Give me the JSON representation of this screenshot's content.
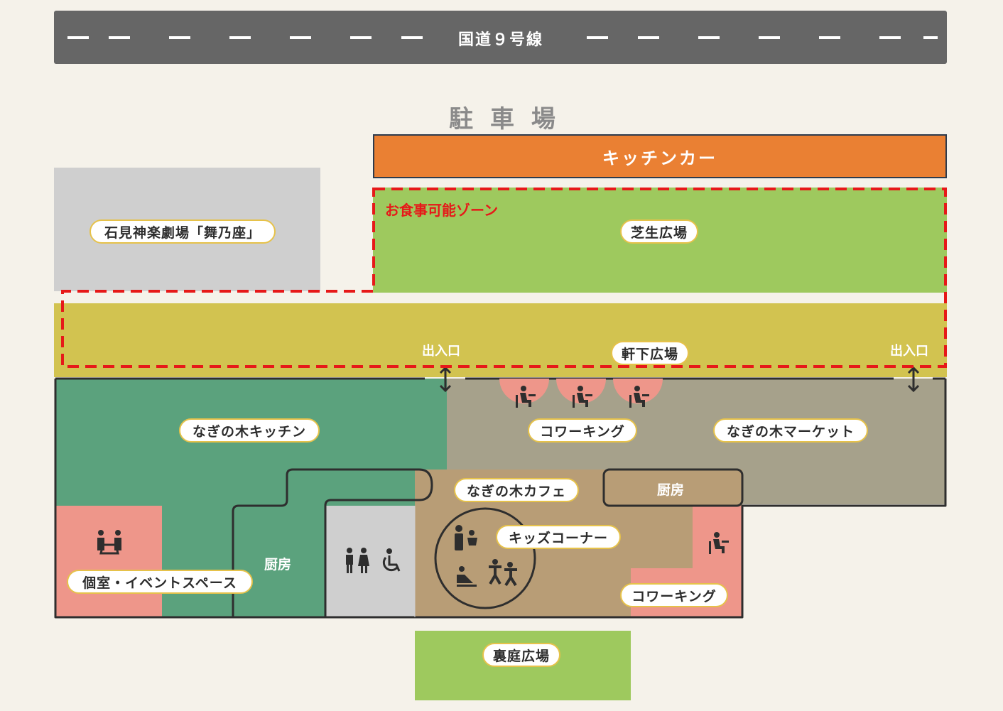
{
  "road": {
    "label": "国道９号線"
  },
  "parking": {
    "label": "駐 車 場"
  },
  "kitchen_car": {
    "label": "キッチンカー"
  },
  "dining_zone": {
    "label": "お食事可能ゾーン"
  },
  "areas": {
    "kagura_theater": "石見神楽劇場「舞乃座」",
    "lawn_plaza": "芝生広場",
    "eaves_plaza": "軒下広場",
    "entrance_left": "出入口",
    "entrance_right": "出入口",
    "nagi_kitchen": "なぎの木キッチン",
    "coworking_top": "コワーキング",
    "nagi_market": "なぎの木マーケット",
    "nagi_cafe": "なぎの木カフェ",
    "kitchen_room_cafe": "厨房",
    "kitchen_room_left": "厨房",
    "private_room": "個室・イベントスペース",
    "kids_corner": "キッズコーナー",
    "coworking_bottom": "コワーキング",
    "backyard_plaza": "裏庭広場"
  },
  "colors": {
    "background": "#f5f2ea",
    "road": "#666666",
    "kitchen_car": "#ea8033",
    "lawn": "#9ec95e",
    "eaves": "#d2c350",
    "kitchen_green": "#5ba27d",
    "market_gray": "#a6a18b",
    "cafe_brown": "#b89d76",
    "pink": "#ee968a",
    "theater_gray": "#cfcfcf",
    "dining_zone_border": "#e61919"
  },
  "icons": {
    "coworking": "person-at-desk-icon",
    "private_room": "meeting-table-icon",
    "restroom": "restroom-accessible-icon",
    "kids": "kids-play-icon",
    "entrance": "double-arrow-icon"
  }
}
